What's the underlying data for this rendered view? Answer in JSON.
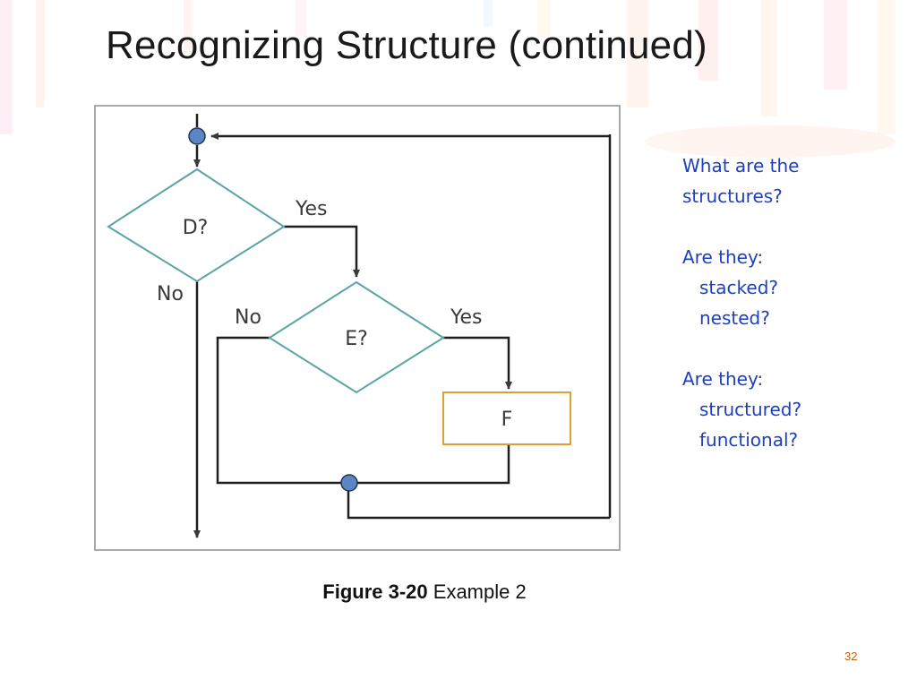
{
  "slide": {
    "title": "Recognizing Structure (continued)",
    "page_number": "32"
  },
  "flowchart": {
    "decision_d": "D?",
    "decision_e": "E?",
    "process_f": "F",
    "d_yes": "Yes",
    "d_no": "No",
    "e_yes": "Yes",
    "e_no": "No"
  },
  "notes": {
    "question1_line1": "What are the",
    "question1_line2": "structures?",
    "question2_head": "Are they:",
    "question2_opt1": "stacked?",
    "question2_opt2": "nested?",
    "question3_head": "Are they:",
    "question3_opt1": "structured?",
    "question3_opt2": "functional?"
  },
  "caption": {
    "figure_label": "Figure 3-20",
    "figure_title": "Example 2"
  },
  "colors": {
    "decision_stroke": "#5aa5a0",
    "process_stroke": "#e0a030",
    "connector_fill": "#5b86c6",
    "notes_text": "#1f3fbf",
    "page_number": "#c8600a"
  }
}
